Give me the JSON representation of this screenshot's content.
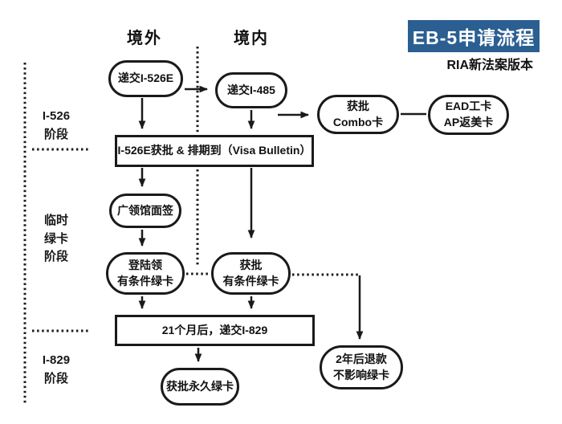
{
  "title": {
    "badge": "EB-5申请流程",
    "subtitle": "RIA新法案版本"
  },
  "columns": {
    "overseas": "境外",
    "domestic": "境内"
  },
  "stages": {
    "i526": "I-526\n阶段",
    "temp_green_card": "临时\n绿卡\n阶段",
    "i829": "I-829\n阶段"
  },
  "nodes": {
    "submit_i526e": "递交I-526E",
    "submit_i485": "递交I-485",
    "combo": "获批\nCombo卡",
    "ead": "EAD工卡\nAP返美卡",
    "visa_bulletin": "I-526E获批 & 排期到（Visa Bulletin）",
    "consulate": "广领馆面签",
    "landing": "登陆领\n有条件绿卡",
    "conditional": "获批\n有条件绿卡",
    "i829": "21个月后，递交I-829",
    "permanent": "获批永久绿卡",
    "refund": "2年后退款\n不影响绿卡"
  },
  "colors": {
    "accent_blue": "#2b5f92",
    "line": "#1a1a1a",
    "background": "#ffffff"
  }
}
